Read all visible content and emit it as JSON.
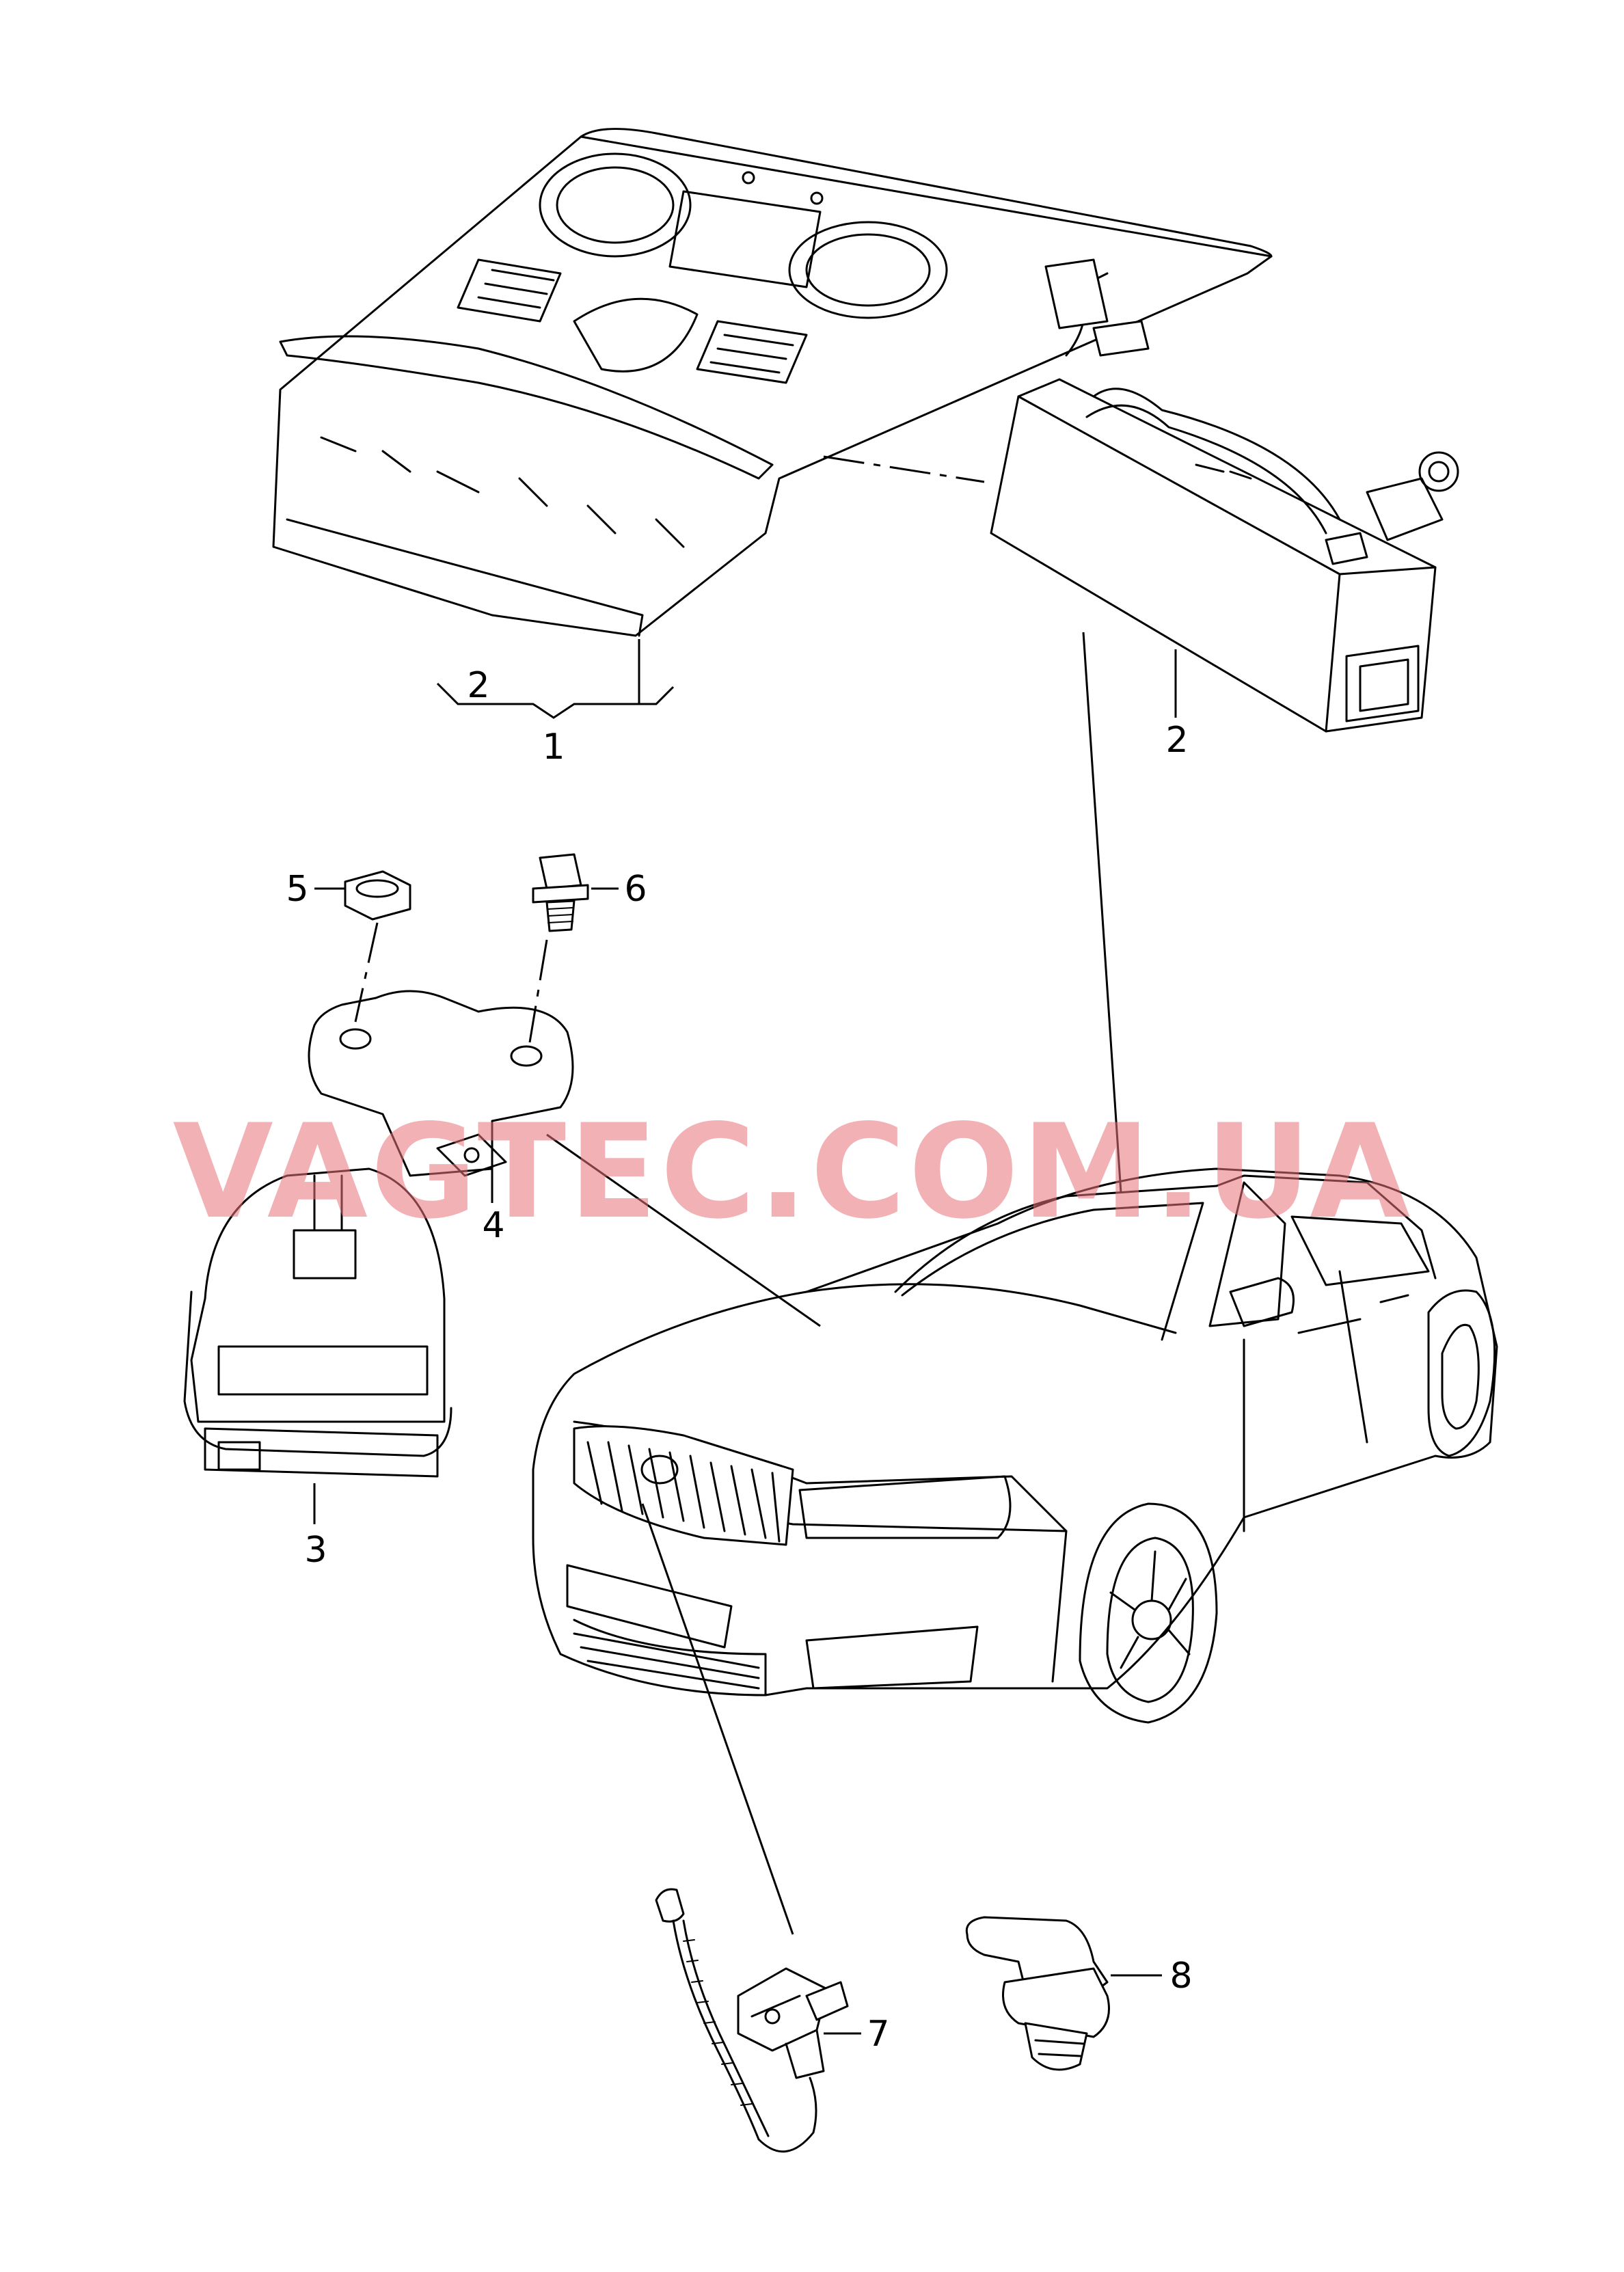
{
  "watermark": "VAGTEC.COM.UA",
  "callouts": {
    "c1": "1",
    "c2_left": "2",
    "c2_right": "2",
    "c3": "3",
    "c4": "4",
    "c5": "5",
    "c6": "6",
    "c7": "7",
    "c8": "8"
  },
  "colors": {
    "line": "#000000",
    "watermark": "#e8737a",
    "background": "#ffffff"
  }
}
